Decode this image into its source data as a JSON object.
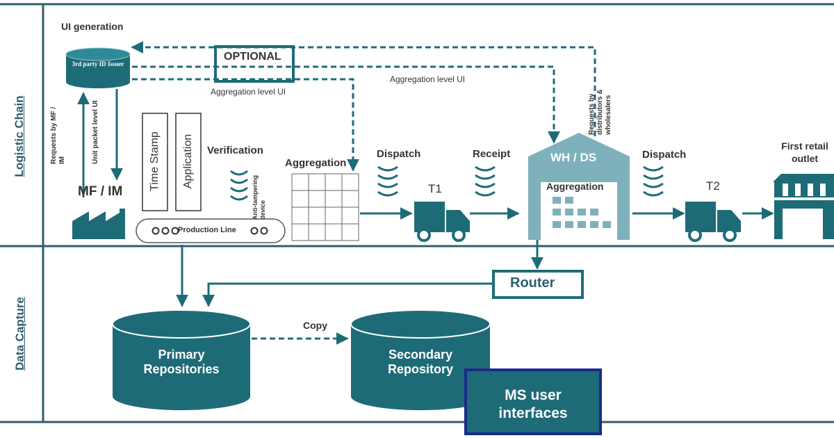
{
  "sections": {
    "logistic_chain": "Logistic Chain",
    "data_capture": "Data Capture"
  },
  "top": {
    "ui_generation": "UI generation",
    "issuer": "3rd party ID Issuer",
    "optional": "OPTIONAL",
    "aggregation_ui_left": "Aggregation level UI",
    "aggregation_ui_right": "Aggregation level UI",
    "requests_distributors": "Requests by distributors & wholesalers"
  },
  "manufacturer": {
    "requests_label": "Requests by MF / IM",
    "unit_packet_label": "Unit packet level UI",
    "name": "MF / IM"
  },
  "production": {
    "time_stamp": "Time Stamp",
    "application": "Application",
    "verification": "Verification",
    "anti_tampering": "Anti-tampering device",
    "production_line": "Production Line",
    "aggregation": "Aggregation"
  },
  "flow": {
    "dispatch1": "Dispatch",
    "t1": "T1",
    "receipt": "Receipt",
    "warehouse": "WH / DS",
    "warehouse_aggregation": "Aggregation",
    "dispatch2": "Dispatch",
    "t2": "T2",
    "retail": "First retail outlet"
  },
  "capture": {
    "router": "Router",
    "copy": "Copy",
    "primary": "Primary Repositories",
    "secondary": "Secondary Repository",
    "ms_ui": "MS user interfaces"
  },
  "colors": {
    "teal": "#1e6b78",
    "teal_light": "#7fb1bc",
    "border": "#2e5e6b",
    "navy": "#1a2a8a"
  }
}
